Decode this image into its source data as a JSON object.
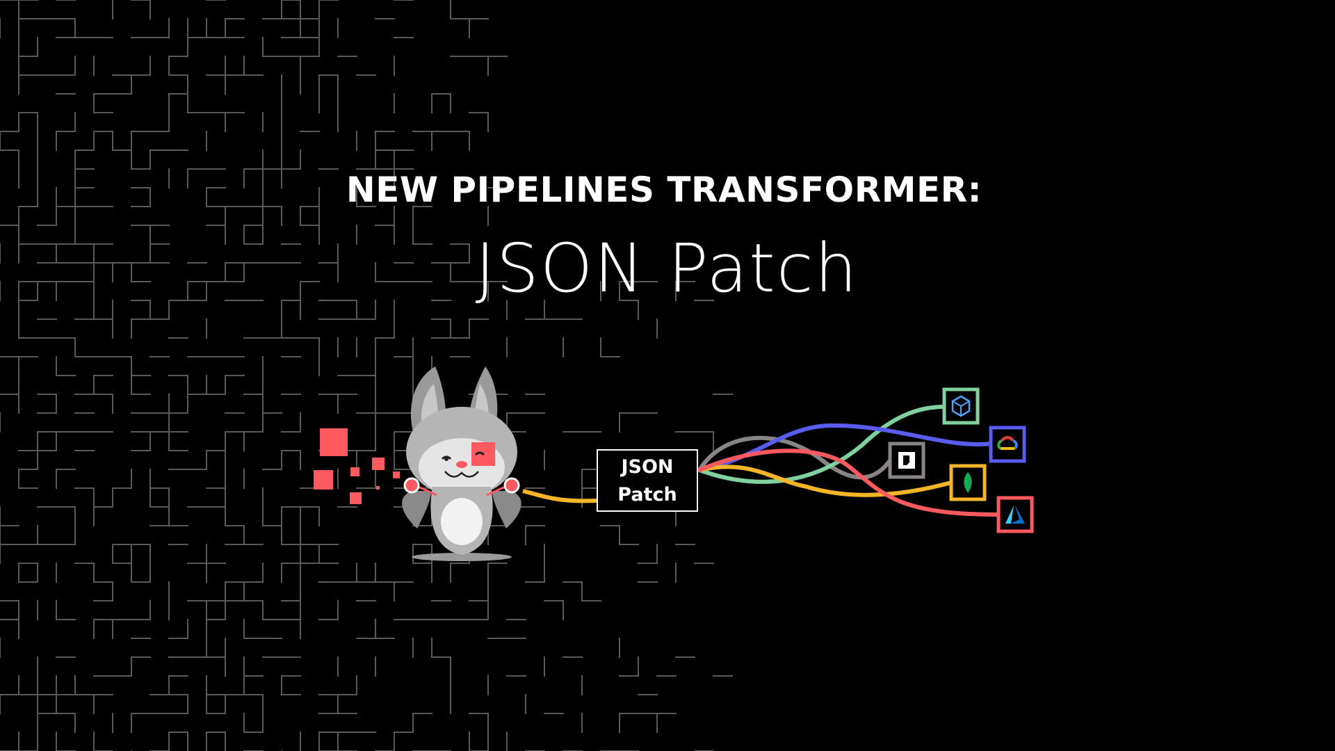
{
  "headline": "NEW PIPELINES TRANSFORMER:",
  "subline": "JSON Patch",
  "transformer_box": {
    "line1": "JSON",
    "line2": "Patch"
  },
  "colors": {
    "background": "#000000",
    "maze_line": "#5a5a5a",
    "accent_red": "#ff5a5f",
    "wire_yellow": "#f5b528",
    "wire_green": "#7fd1a0",
    "wire_blue": "#5a5cf0",
    "wire_grey": "#8a8585",
    "wire_red": "#ff5a5f"
  },
  "destinations": [
    {
      "icon": "hexagon-cube-icon",
      "color": "#7fd1a0"
    },
    {
      "icon": "google-cloud-icon",
      "color": "#5a5cf0"
    },
    {
      "icon": "page-logo-icon",
      "color": "#8a8585"
    },
    {
      "icon": "mongodb-leaf-icon",
      "color": "#f5b528"
    },
    {
      "icon": "azure-icon",
      "color": "#ff5a5f"
    }
  ]
}
